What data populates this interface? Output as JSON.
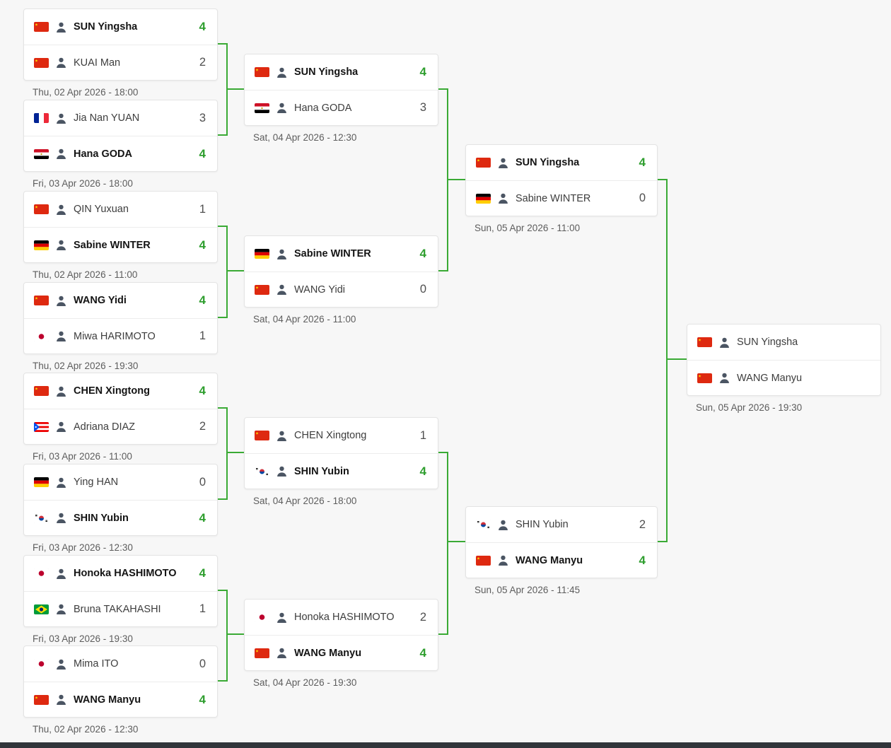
{
  "colors": {
    "connector": "#3aaa35",
    "winner_score": "#2e9e2e",
    "background": "#f7f7f7"
  },
  "rounds": [
    {
      "name": "round-of-16",
      "matches": [
        {
          "date": "Thu, 02 Apr 2026 - 18:00",
          "players": [
            {
              "name": "SUN Yingsha",
              "flag": "cn",
              "score": "4",
              "winner": true
            },
            {
              "name": "KUAI Man",
              "flag": "cn",
              "score": "2",
              "winner": false
            }
          ]
        },
        {
          "date": "Fri, 03 Apr 2026 - 18:00",
          "players": [
            {
              "name": "Jia Nan YUAN",
              "flag": "fr",
              "score": "3",
              "winner": false
            },
            {
              "name": "Hana GODA",
              "flag": "eg",
              "score": "4",
              "winner": true
            }
          ]
        },
        {
          "date": "Thu, 02 Apr 2026 - 11:00",
          "players": [
            {
              "name": "QIN Yuxuan",
              "flag": "cn",
              "score": "1",
              "winner": false
            },
            {
              "name": "Sabine WINTER",
              "flag": "de",
              "score": "4",
              "winner": true
            }
          ]
        },
        {
          "date": "Thu, 02 Apr 2026 - 19:30",
          "players": [
            {
              "name": "WANG Yidi",
              "flag": "cn",
              "score": "4",
              "winner": true
            },
            {
              "name": "Miwa HARIMOTO",
              "flag": "jp",
              "score": "1",
              "winner": false
            }
          ]
        },
        {
          "date": "Fri, 03 Apr 2026 - 11:00",
          "players": [
            {
              "name": "CHEN Xingtong",
              "flag": "cn",
              "score": "4",
              "winner": true
            },
            {
              "name": "Adriana DIAZ",
              "flag": "pr",
              "score": "2",
              "winner": false
            }
          ]
        },
        {
          "date": "Fri, 03 Apr 2026 - 12:30",
          "players": [
            {
              "name": "Ying HAN",
              "flag": "de",
              "score": "0",
              "winner": false
            },
            {
              "name": "SHIN Yubin",
              "flag": "kr",
              "score": "4",
              "winner": true
            }
          ]
        },
        {
          "date": "Fri, 03 Apr 2026 - 19:30",
          "players": [
            {
              "name": "Honoka HASHIMOTO",
              "flag": "jp",
              "score": "4",
              "winner": true
            },
            {
              "name": "Bruna TAKAHASHI",
              "flag": "br",
              "score": "1",
              "winner": false
            }
          ]
        },
        {
          "date": "Thu, 02 Apr 2026 - 12:30",
          "players": [
            {
              "name": "Mima ITO",
              "flag": "jp",
              "score": "0",
              "winner": false
            },
            {
              "name": "WANG Manyu",
              "flag": "cn",
              "score": "4",
              "winner": true
            }
          ]
        }
      ]
    },
    {
      "name": "quarterfinals",
      "matches": [
        {
          "date": "Sat, 04 Apr 2026 - 12:30",
          "players": [
            {
              "name": "SUN Yingsha",
              "flag": "cn",
              "score": "4",
              "winner": true
            },
            {
              "name": "Hana GODA",
              "flag": "eg",
              "score": "3",
              "winner": false
            }
          ]
        },
        {
          "date": "Sat, 04 Apr 2026 - 11:00",
          "players": [
            {
              "name": "Sabine WINTER",
              "flag": "de",
              "score": "4",
              "winner": true
            },
            {
              "name": "WANG Yidi",
              "flag": "cn",
              "score": "0",
              "winner": false
            }
          ]
        },
        {
          "date": "Sat, 04 Apr 2026 - 18:00",
          "players": [
            {
              "name": "CHEN Xingtong",
              "flag": "cn",
              "score": "1",
              "winner": false
            },
            {
              "name": "SHIN Yubin",
              "flag": "kr",
              "score": "4",
              "winner": true
            }
          ]
        },
        {
          "date": "Sat, 04 Apr 2026 - 19:30",
          "players": [
            {
              "name": "Honoka HASHIMOTO",
              "flag": "jp",
              "score": "2",
              "winner": false
            },
            {
              "name": "WANG Manyu",
              "flag": "cn",
              "score": "4",
              "winner": true
            }
          ]
        }
      ]
    },
    {
      "name": "semifinals",
      "matches": [
        {
          "date": "Sun, 05 Apr 2026 - 11:00",
          "players": [
            {
              "name": "SUN Yingsha",
              "flag": "cn",
              "score": "4",
              "winner": true
            },
            {
              "name": "Sabine WINTER",
              "flag": "de",
              "score": "0",
              "winner": false
            }
          ]
        },
        {
          "date": "Sun, 05 Apr 2026 - 11:45",
          "players": [
            {
              "name": "SHIN Yubin",
              "flag": "kr",
              "score": "2",
              "winner": false
            },
            {
              "name": "WANG Manyu",
              "flag": "cn",
              "score": "4",
              "winner": true
            }
          ]
        }
      ]
    },
    {
      "name": "final",
      "matches": [
        {
          "date": "Sun, 05 Apr 2026 - 19:30",
          "players": [
            {
              "name": "SUN Yingsha",
              "flag": "cn",
              "score": "",
              "winner": false
            },
            {
              "name": "WANG Manyu",
              "flag": "cn",
              "score": "",
              "winner": false
            }
          ]
        }
      ]
    }
  ]
}
